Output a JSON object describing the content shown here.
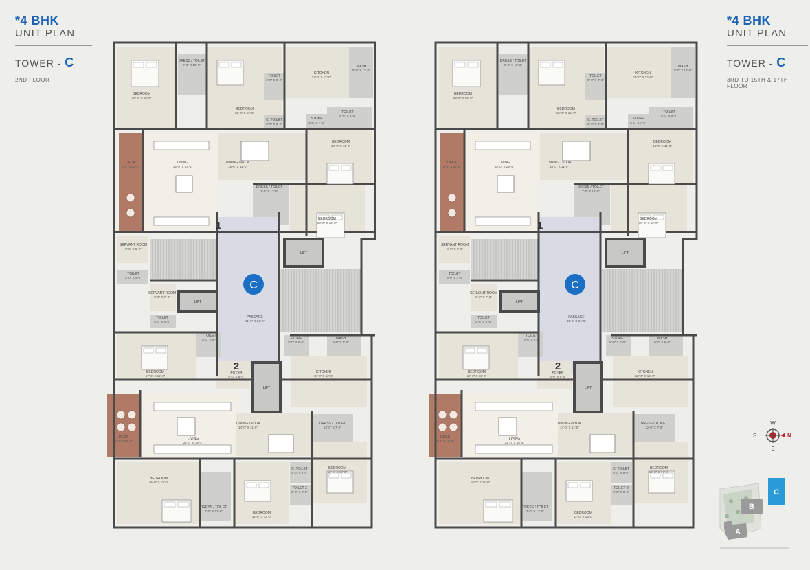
{
  "header_left": {
    "type_prefix": "*",
    "type": "4 BHK",
    "subtitle": "UNIT PLAN",
    "tower_label": "TOWER -",
    "tower_letter": "C",
    "floor": "2ND FLOOR"
  },
  "header_right": {
    "type_prefix": "*",
    "type": "4 BHK",
    "subtitle": "UNIT PLAN",
    "tower_label": "TOWER -",
    "tower_letter": "C",
    "floor": "3RD TO 15TH & 17TH FLOOR"
  },
  "colors": {
    "wall": "#4a4a4a",
    "room": "#e6e3d8",
    "living": "#f1efe6",
    "deck": "#b07a66",
    "wet": "#cfd0cc",
    "passage": "#d8dbe3",
    "marker": "#1a6ec4",
    "accent": "#1a63b4",
    "north": "#c0262c"
  },
  "plan": {
    "unit_marker": "C",
    "flat_1": "1",
    "flat_2": "2",
    "rooms": [
      {
        "name": "BEDROOM",
        "dim": "13'-0\" X 18'-0\""
      },
      {
        "name": "DRESS / TOILET",
        "dim": "8'-0\" X 10'-0\""
      },
      {
        "name": "BEDROOM",
        "dim": "12'-6\" X 16'-0\""
      },
      {
        "name": "TOILET",
        "dim": "5'-0\" X 9'-0\""
      },
      {
        "name": "C. TOILET",
        "dim": "5'-0\" X 8'-0\""
      },
      {
        "name": "KITCHEN",
        "dim": "14'-0\" X 12'-0\""
      },
      {
        "name": "WASH",
        "dim": "5'-0\" X 12'-0\""
      },
      {
        "name": "STORE",
        "dim": "5'-0\" X 7'-0\""
      },
      {
        "name": "TOILET",
        "dim": "8'-0\" X 5'-0\""
      },
      {
        "name": "DECK",
        "dim": "5'-6\" X 23'-0\""
      },
      {
        "name": "LIVING",
        "dim": "18'-0\" X 23'-4\""
      },
      {
        "name": "DINING / PUJA",
        "dim": "18'-0\" X 11'-0\""
      },
      {
        "name": "BEDROOM",
        "dim": "14'-0\" X 11'-0\""
      },
      {
        "name": "DRESS / TOILET",
        "dim": "7'-0\" X 12'-0\""
      },
      {
        "name": "BEDROOM",
        "dim": "18'-0\" X 12'-0\""
      },
      {
        "name": "SERVANT ROOM",
        "dim": "8'-0\" X 8'-0\""
      },
      {
        "name": "TOILET",
        "dim": "5'-0\" X 4'-0\""
      },
      {
        "name": "SERVANT ROOM",
        "dim": "8'-2\" X 7'-3\""
      },
      {
        "name": "TOILET",
        "dim": "5'-0\" X 4'-0\""
      },
      {
        "name": "PASSAGE",
        "dim": "11'-6\" X 34'-5\""
      },
      {
        "name": "TOILET",
        "dim": "8'-0\" X 8'-0\""
      },
      {
        "name": "BEDROOM",
        "dim": "17'-0\" X 12'-0\""
      },
      {
        "name": "FOYER",
        "dim": "5'-0\" X 8'-0\""
      },
      {
        "name": "STORE",
        "dim": "5'-0\" X 5'-0\""
      },
      {
        "name": "WASH",
        "dim": "9'-0\" X 5'-0\""
      },
      {
        "name": "KITCHEN",
        "dim": "18'-0\" X 12'-0\""
      },
      {
        "name": "DECK",
        "dim": "7'-0\" X 18'-0\""
      },
      {
        "name": "LIVING",
        "dim": "22'-0\" X 18'-4\""
      },
      {
        "name": "DINING / PUJA",
        "dim": "14'-0\" X 11'-0\""
      },
      {
        "name": "DRESS / TOILET",
        "dim": "12'-0\" X 7'-0\""
      },
      {
        "name": "BEDROOM",
        "dim": "12'-0\" X 17'-0\""
      },
      {
        "name": "BEDROOM",
        "dim": "16'-0\" X 12'-0\""
      },
      {
        "name": "DRESS / TOILET",
        "dim": "7'-0\" X 12'-0\""
      },
      {
        "name": "C. TOILET",
        "dim": "5'-0\" X 8'-0\""
      },
      {
        "name": "TOILET-3",
        "dim": "5'-0\" X 8'-0\""
      },
      {
        "name": "BEDROOM",
        "dim": "12'-0\" X 13'-0\""
      }
    ],
    "lift_label": "LIFT"
  },
  "compass": {
    "n": "N",
    "s": "S",
    "e": "E",
    "w": "W"
  },
  "key_plan": {
    "a": "A",
    "b": "B",
    "c": "C"
  }
}
